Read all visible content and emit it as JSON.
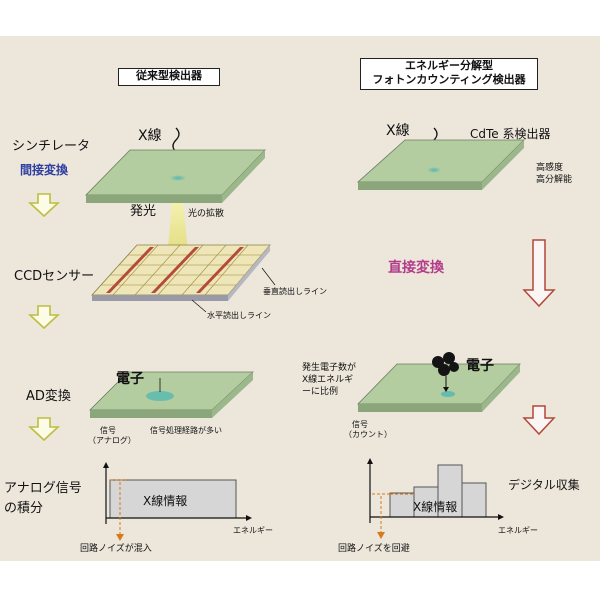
{
  "left": {
    "header": "従来型検出器",
    "xray": "X線",
    "scintillator": "シンチレータ",
    "indirect": "間接変換",
    "emission": "発光",
    "light_diffusion": "光の拡散",
    "ccd": "CCDセンサー",
    "vertical_readout": "垂直読出しライン",
    "horizontal_readout": "水平読出しライン",
    "electron": "電子",
    "ad": "AD変換",
    "signal_analog": [
      "信号",
      "（アナログ）"
    ],
    "many_paths": "信号処理経路が多い",
    "integration": [
      "アナログ信号",
      "の積分"
    ],
    "xray_info": "X線情報",
    "energy_axis": "エネルギー",
    "noise_mixed": "回路ノイズが混入"
  },
  "right": {
    "header": [
      "エネルギー分解型",
      "フォトンカウンティング検出器"
    ],
    "xray": "X線",
    "cdte": "CdTe 系検出器",
    "features": [
      "高感度",
      "高分解能"
    ],
    "direct": "直接変換",
    "electrons_note": [
      "発生電子数が",
      "X線エネルギ",
      "ーに比例"
    ],
    "electron": "電子",
    "signal_count": [
      "信号",
      "（カウント）"
    ],
    "digital": "デジタル収集",
    "xray_info": "X線情報",
    "energy_axis": "エネルギー",
    "noise_avoid": "回路ノイズを回避"
  },
  "colors": {
    "background": "#ece6db",
    "plate_top": "#b3cca0",
    "plate_side": "#8aa67a",
    "arrow_olive": "#bcbf40",
    "arrow_red": "#b2473a",
    "indirect_text": "#2f3fa0",
    "direct_text": "#b33c8a",
    "noise": "#d67a1c",
    "histogram": "#d6d6d6",
    "glow": "#f1f09a"
  }
}
